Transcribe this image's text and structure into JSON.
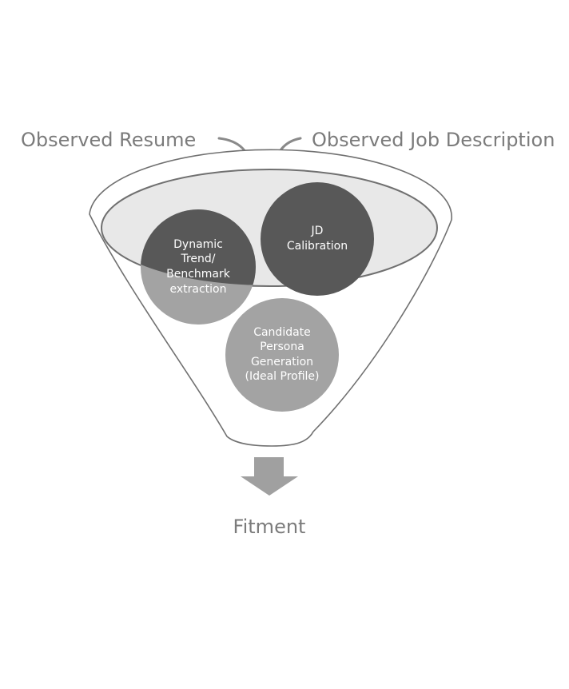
{
  "inputs": {
    "resume_label": "Observed Resume",
    "jd_label": "Observed Job Description"
  },
  "stages": {
    "trend": [
      "Dynamic",
      "Trend/",
      "Benchmark",
      "extraction"
    ],
    "jd_calibration": [
      "JD",
      "Calibration"
    ],
    "persona": [
      "Candidate",
      "Persona",
      "Generation",
      "(Ideal Profile)"
    ]
  },
  "output": {
    "label": "Fitment"
  },
  "colors": {
    "dark_circle": "#585858",
    "mid_circle": "#a3a3a3",
    "funnel_stroke": "#707070",
    "funnel_mouth_fill": "#e8e8e8",
    "arrow_fill": "#a0a0a0",
    "label_text": "#7b7b7b",
    "circle_text": "#ffffff"
  }
}
